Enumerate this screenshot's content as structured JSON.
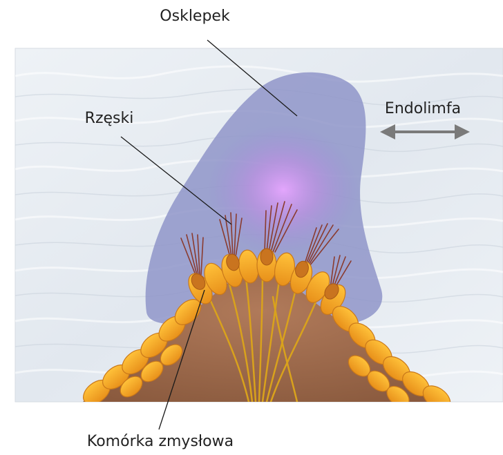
{
  "labels": {
    "osklepek": "Osklepek",
    "rzeski": "Rzęski",
    "endolimfa": "Endolimfa",
    "komorka": "Komórka zmysłowa"
  },
  "colors": {
    "background_fluid": "#e6ecf2",
    "cupula": "#8f95c9",
    "cupula_glow": "#c98ff0",
    "cell_body": "#f1a821",
    "cell_tip": "#c9741f",
    "tissue": "#a0684a",
    "nerve": "#d9a21c",
    "cilia": "#8a3b2e",
    "arrow": "#7a7a7a",
    "text": "#222222"
  },
  "icons": {
    "endolimfa_arrow": "double-headed-arrow"
  }
}
